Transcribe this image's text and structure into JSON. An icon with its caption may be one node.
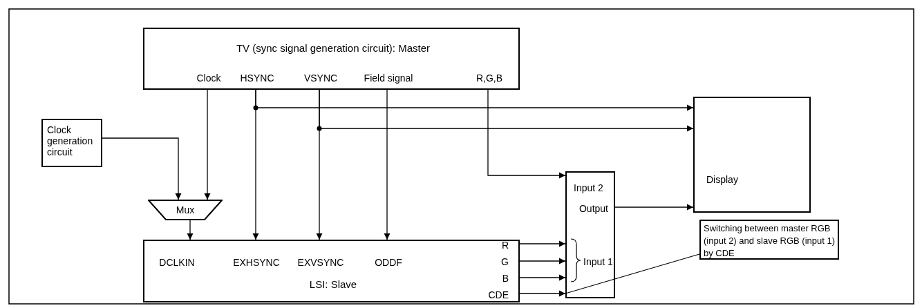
{
  "diagram": {
    "nodes": [
      {
        "text": [
          "TV (sync signal generation circuit): Master",
          "Clock",
          "HSYNC",
          "VSYNC",
          "Field signal",
          "R,G,B"
        ]
      },
      {
        "text": [
          "Clock generation circuit"
        ]
      },
      {
        "text": [
          "Mux"
        ]
      },
      {
        "text": [
          "DCLKIN",
          "EXHSYNC",
          "EXVSYNC",
          "ODDF",
          "R",
          "G",
          "B",
          "CDE",
          "LSI: Slave"
        ]
      },
      {
        "text": [
          "Input 2",
          "Output",
          "Input 1"
        ]
      },
      {
        "text": [
          "Display"
        ]
      },
      {
        "text": [
          "Switching between master RGB (input 2) and slave RGB (input 1) by CDE"
        ]
      }
    ],
    "edges": [
      {
        "from": 0,
        "to": 2,
        "arrow": "to"
      },
      {
        "from": 1,
        "to": 2,
        "arrow": "to"
      },
      {
        "from": 2,
        "to": 3,
        "arrow": "to"
      },
      {
        "from": 0,
        "to": 3,
        "arrow": "to"
      },
      {
        "from": 0,
        "to": 5,
        "arrow": "to"
      },
      {
        "from": 0,
        "to": 3,
        "arrow": "to"
      },
      {
        "from": 0,
        "to": 5,
        "arrow": "to"
      },
      {
        "from": 0,
        "to": 3,
        "arrow": "to"
      },
      {
        "from": 0,
        "to": 4,
        "arrow": "to"
      },
      {
        "from": 3,
        "to": 4,
        "arrow": "to"
      },
      {
        "from": 3,
        "to": 4,
        "arrow": "to"
      },
      {
        "from": 3,
        "to": 4,
        "arrow": "to"
      },
      {
        "from": 3,
        "to": 4,
        "arrow": "to"
      },
      {
        "from": 4,
        "to": 5,
        "arrow": "to"
      },
      {
        "from": 6,
        "to": 4,
        "arrow": "none"
      }
    ]
  }
}
